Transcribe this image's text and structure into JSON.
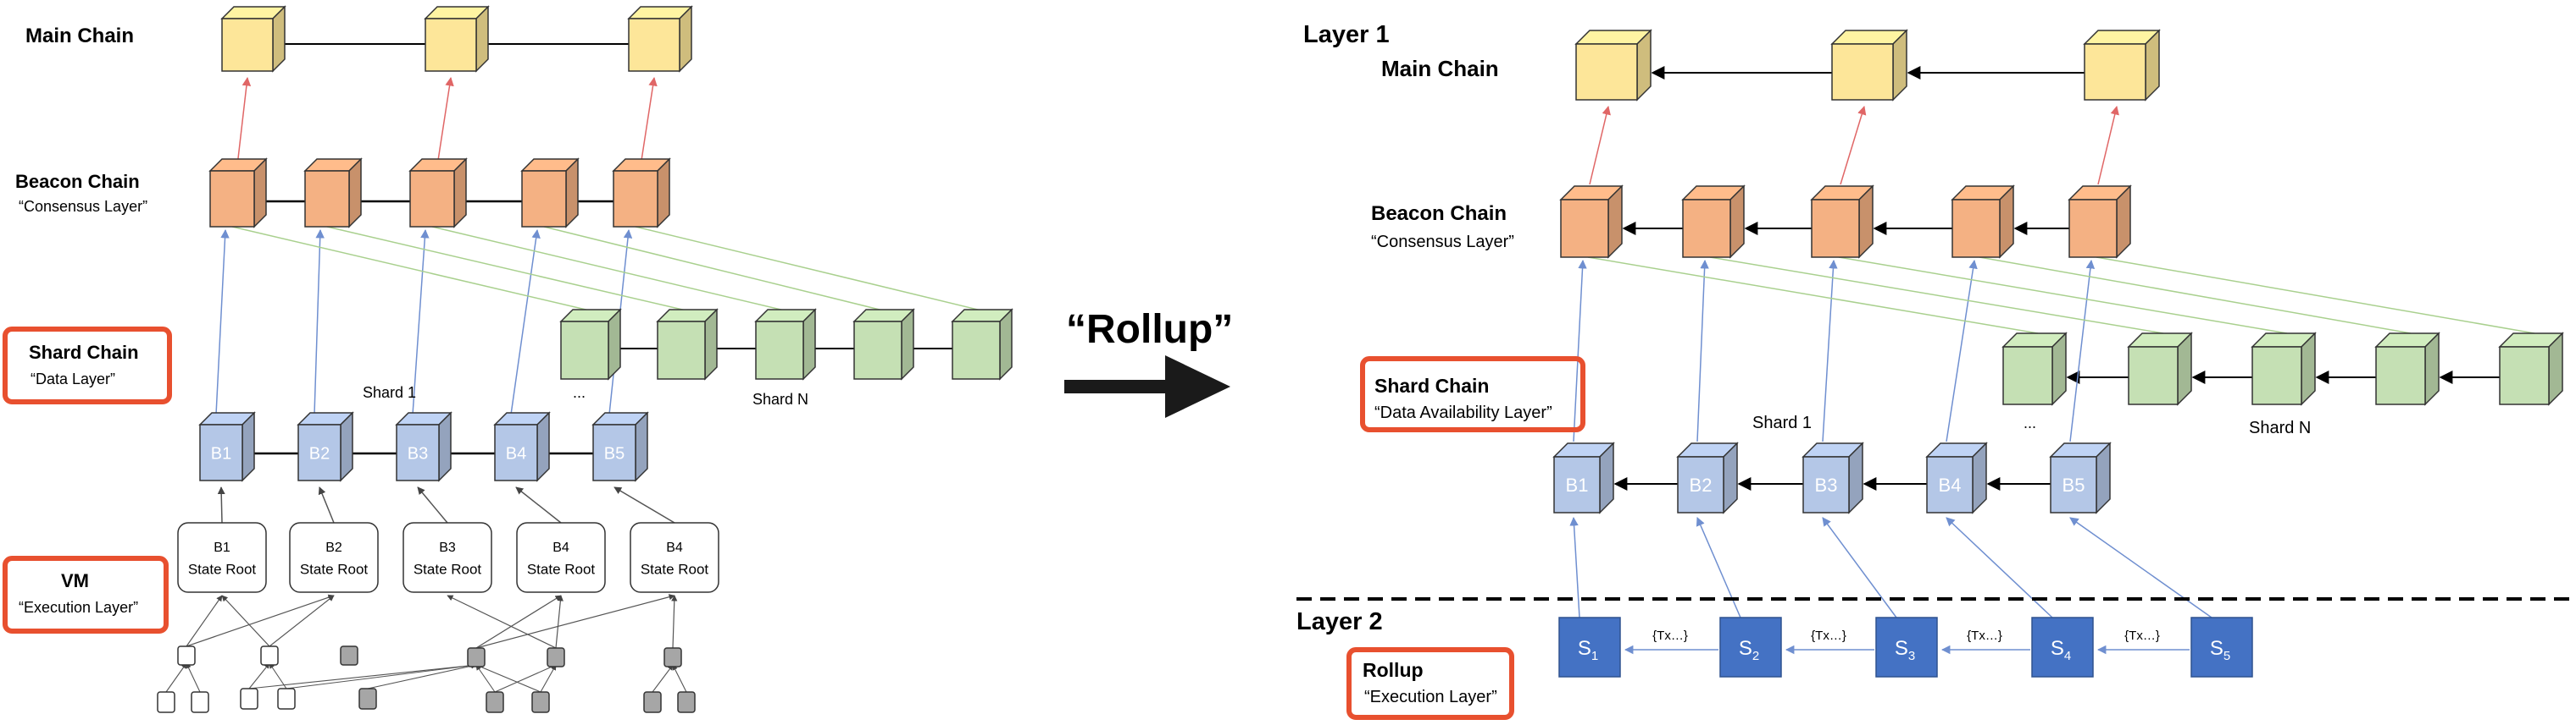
{
  "left": {
    "main_chain": "Main Chain",
    "beacon_title": "Beacon Chain",
    "beacon_sub": "“Consensus Layer”",
    "shard_title": "Shard Chain",
    "shard_sub": "“Data  Layer”",
    "vm_title": "VM",
    "vm_sub": "“Execution  Layer”",
    "shard1": "Shard 1",
    "shardN": "Shard N",
    "ellipsis": "...",
    "blocks": [
      "B1",
      "B2",
      "B3",
      "B4",
      "B5"
    ],
    "state_roots": [
      {
        "name": "B1",
        "sub": "State Root"
      },
      {
        "name": "B2",
        "sub": "State Root"
      },
      {
        "name": "B3",
        "sub": "State Root"
      },
      {
        "name": "B4",
        "sub": "State Root"
      },
      {
        "name": "B4",
        "sub": "State Root"
      }
    ]
  },
  "arrow_label": "“Rollup”",
  "right": {
    "layer1": "Layer 1",
    "main_chain": "Main Chain",
    "beacon_title": "Beacon Chain",
    "beacon_sub": "“Consensus Layer”",
    "shard_title": "Shard Chain",
    "shard_sub": "“Data  Availability Layer”",
    "shard1": "Shard 1",
    "shardN": "Shard N",
    "ellipsis": "...",
    "blocks": [
      "B1",
      "B2",
      "B3",
      "B4",
      "B5"
    ],
    "layer2": "Layer 2",
    "rollup_title": "Rollup",
    "rollup_sub": "“Execution  Layer”",
    "sequencers": [
      {
        "base": "S",
        "sub": "1"
      },
      {
        "base": "S",
        "sub": "2"
      },
      {
        "base": "S",
        "sub": "3"
      },
      {
        "base": "S",
        "sub": "4"
      },
      {
        "base": "S",
        "sub": "5"
      }
    ],
    "tx_label": "{Tx…}"
  },
  "colors": {
    "main": "#fde699",
    "beacon": "#f4b183",
    "shard": "#c5e0b4",
    "block": "#b4c7e7",
    "sequencer": "#4472c4",
    "highlight": "#e8502f",
    "red_arrow": "#e06666",
    "blue_arrow": "#6f8fd0",
    "green_line": "#a9d08e"
  }
}
